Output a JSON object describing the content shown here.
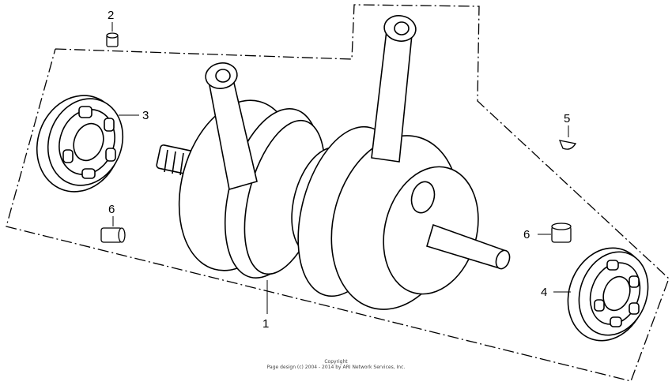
{
  "diagram": {
    "callouts": [
      {
        "id": "1",
        "label": "1"
      },
      {
        "id": "2",
        "label": "2"
      },
      {
        "id": "3",
        "label": "3"
      },
      {
        "id": "4",
        "label": "4"
      },
      {
        "id": "5",
        "label": "5"
      },
      {
        "id": "6a",
        "label": "6"
      },
      {
        "id": "6b",
        "label": "6"
      }
    ],
    "parts": [
      "crankshaft-assembly",
      "dowel-pin",
      "left-bearing",
      "right-bearing",
      "woodruff-key",
      "bushing-left",
      "bushing-right"
    ]
  },
  "footer": {
    "line1": "Copyright",
    "line2": "Page design (c) 2004 - 2014 by ARI Network Services, Inc."
  }
}
